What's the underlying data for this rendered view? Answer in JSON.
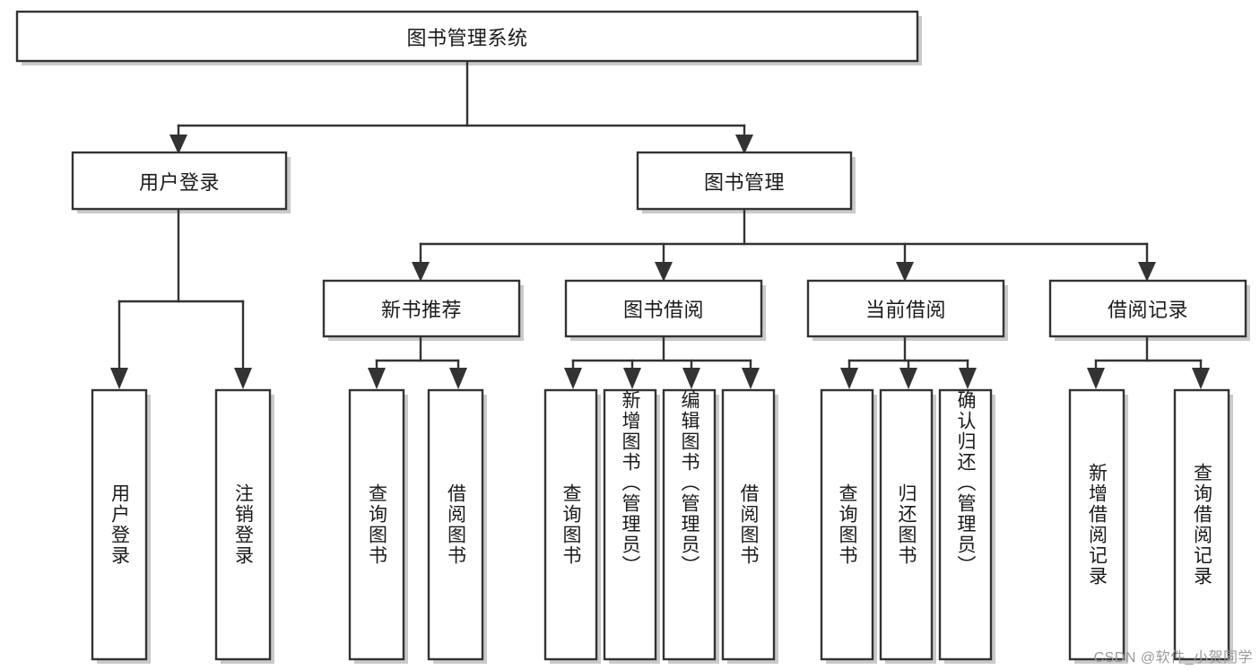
{
  "diagram": {
    "title_node": {
      "id": "root",
      "label": "图书管理系统"
    },
    "level2": [
      {
        "id": "user-login",
        "label": "用户登录"
      },
      {
        "id": "book-management",
        "label": "图书管理"
      }
    ],
    "level3": [
      {
        "id": "new-book-recommend",
        "label": "新书推荐"
      },
      {
        "id": "book-borrow",
        "label": "图书借阅"
      },
      {
        "id": "current-borrow",
        "label": "当前借阅"
      },
      {
        "id": "borrow-record",
        "label": "借阅记录"
      }
    ],
    "leaves": {
      "user_login": [
        {
          "id": "leaf-user-login",
          "label": "用户登录"
        },
        {
          "id": "leaf-logout-login",
          "label": "注销登录"
        }
      ],
      "new_book_recommend": [
        {
          "id": "leaf-query-book-1",
          "label": "查询图书"
        },
        {
          "id": "leaf-borrow-book-1",
          "label": "借阅图书"
        }
      ],
      "book_borrow": [
        {
          "id": "leaf-query-book-2",
          "label": "查询图书"
        },
        {
          "id": "leaf-add-book",
          "label": "新增图书（管理员）"
        },
        {
          "id": "leaf-edit-book",
          "label": "编辑图书（管理员）"
        },
        {
          "id": "leaf-borrow-book-2",
          "label": "借阅图书"
        }
      ],
      "current_borrow": [
        {
          "id": "leaf-query-book-3",
          "label": "查询图书"
        },
        {
          "id": "leaf-return-book",
          "label": "归还图书"
        },
        {
          "id": "leaf-confirm-return",
          "label": "确认归还（管理员）"
        }
      ],
      "borrow_record": [
        {
          "id": "leaf-add-record",
          "label": "新增借阅记录"
        },
        {
          "id": "leaf-query-record",
          "label": "查询借阅记录"
        }
      ]
    },
    "colors": {
      "box_border": "#333333",
      "box_fill": "#ffffff",
      "connector": "#333333",
      "text": "#1a1a1a",
      "watermark": "#9a9a9a",
      "background": "#ffffff"
    }
  },
  "watermark": {
    "text": "CSDN @软件_小贺同学"
  }
}
